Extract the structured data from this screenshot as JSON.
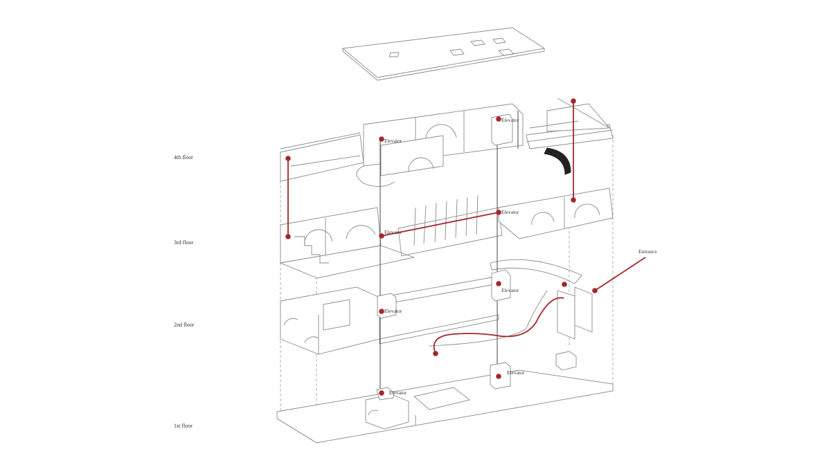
{
  "diagram": {
    "title": "Exploded axonometric circulation diagram",
    "accent_color": "#a4262c",
    "line_color": "#8a8a8a",
    "floors": [
      {
        "id": "4th",
        "label": "4th floor"
      },
      {
        "id": "3rd",
        "label": "3rd floor"
      },
      {
        "id": "2nd",
        "label": "2nd floor"
      },
      {
        "id": "1st",
        "label": "1st floor"
      }
    ],
    "elevator_label": "Elevator",
    "entrance_label": "Entrance",
    "elevators": [
      {
        "floor": "4th",
        "label": "Elevator"
      },
      {
        "floor": "4th",
        "label": "Elevator"
      },
      {
        "floor": "3rd",
        "label": "Elevator"
      },
      {
        "floor": "3rd",
        "label": "Elevator"
      },
      {
        "floor": "2nd",
        "label": "Elevator"
      },
      {
        "floor": "2nd",
        "label": "Elevator"
      },
      {
        "floor": "1st",
        "label": "Elevator"
      },
      {
        "floor": "1st",
        "label": "Elevator"
      }
    ]
  }
}
